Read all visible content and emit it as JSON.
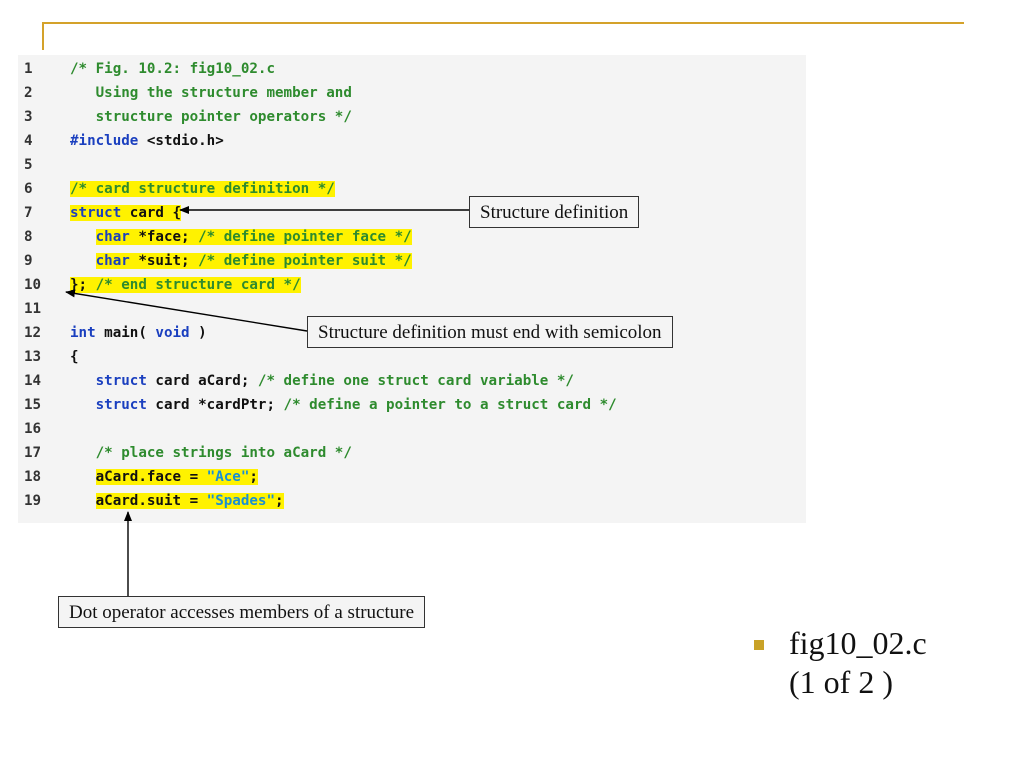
{
  "code": {
    "lines": [
      {
        "num": "1",
        "segments": [
          {
            "t": "/* Fig. 10.2: fig10_02.c",
            "c": "cm"
          }
        ]
      },
      {
        "num": "2",
        "segments": [
          {
            "t": "   Using the structure member and",
            "c": "cm"
          }
        ]
      },
      {
        "num": "3",
        "segments": [
          {
            "t": "   structure pointer operators */",
            "c": "cm"
          }
        ]
      },
      {
        "num": "4",
        "segments": [
          {
            "t": "#include",
            "c": "kw"
          },
          {
            "t": " <stdio.h>",
            "c": "tx"
          }
        ]
      },
      {
        "num": "5",
        "segments": []
      },
      {
        "num": "6",
        "segments": [
          {
            "t": "/* card structure definition */",
            "c": "cm",
            "h": true
          }
        ]
      },
      {
        "num": "7",
        "segments": [
          {
            "t": "struct",
            "c": "kw",
            "h": true
          },
          {
            "t": " card {",
            "c": "tx",
            "h": true
          }
        ]
      },
      {
        "num": "8",
        "segments": [
          {
            "t": "   ",
            "c": "tx"
          },
          {
            "t": "char",
            "c": "kw",
            "h": true
          },
          {
            "t": " *face; ",
            "c": "tx",
            "h": true
          },
          {
            "t": "/* define pointer face */",
            "c": "cm",
            "h": true
          }
        ]
      },
      {
        "num": "9",
        "segments": [
          {
            "t": "   ",
            "c": "tx"
          },
          {
            "t": "char",
            "c": "kw",
            "h": true
          },
          {
            "t": " *suit; ",
            "c": "tx",
            "h": true
          },
          {
            "t": "/* define pointer suit */",
            "c": "cm",
            "h": true
          }
        ]
      },
      {
        "num": "10",
        "segments": [
          {
            "t": "}; ",
            "c": "tx",
            "h": true
          },
          {
            "t": "/* end structure card */",
            "c": "cm",
            "h": true
          }
        ]
      },
      {
        "num": "11",
        "segments": []
      },
      {
        "num": "12",
        "segments": [
          {
            "t": "int",
            "c": "kw"
          },
          {
            "t": " main( ",
            "c": "tx"
          },
          {
            "t": "void",
            "c": "kw"
          },
          {
            "t": " )",
            "c": "tx"
          }
        ]
      },
      {
        "num": "13",
        "segments": [
          {
            "t": "{",
            "c": "tx"
          }
        ]
      },
      {
        "num": "14",
        "segments": [
          {
            "t": "   ",
            "c": "tx"
          },
          {
            "t": "struct",
            "c": "kw"
          },
          {
            "t": " card aCard; ",
            "c": "tx"
          },
          {
            "t": "/* define one struct card variable */",
            "c": "cm"
          }
        ]
      },
      {
        "num": "15",
        "segments": [
          {
            "t": "   ",
            "c": "tx"
          },
          {
            "t": "struct",
            "c": "kw"
          },
          {
            "t": " card *cardPtr; ",
            "c": "tx"
          },
          {
            "t": "/* define a pointer to a struct card */",
            "c": "cm"
          }
        ]
      },
      {
        "num": "16",
        "segments": []
      },
      {
        "num": "17",
        "segments": [
          {
            "t": "   ",
            "c": "tx"
          },
          {
            "t": "/* place strings into aCard */",
            "c": "cm"
          }
        ]
      },
      {
        "num": "18",
        "segments": [
          {
            "t": "   ",
            "c": "tx"
          },
          {
            "t": "aCard.face = ",
            "c": "tx",
            "h": true
          },
          {
            "t": "\"Ace\"",
            "c": "st",
            "h": true
          },
          {
            "t": ";",
            "c": "tx",
            "h": true
          }
        ]
      },
      {
        "num": "19",
        "segments": [
          {
            "t": "   ",
            "c": "tx"
          },
          {
            "t": "aCard.suit = ",
            "c": "tx",
            "h": true
          },
          {
            "t": "\"Spades\"",
            "c": "st",
            "h": true
          },
          {
            "t": ";",
            "c": "tx",
            "h": true
          }
        ]
      }
    ]
  },
  "callouts": {
    "structure_definition": "Structure definition",
    "semicolon_note": "Structure definition must end with semicolon",
    "dot_operator": "Dot operator accesses members of a structure"
  },
  "side_label": {
    "line1": "fig10_02.c",
    "line2": "(1 of 2 )"
  },
  "colors": {
    "accent_rule": "#d4a22a",
    "highlight": "#fff200",
    "comment": "#2e8b2e",
    "keyword": "#1a3fbf",
    "string": "#1a8fd4"
  }
}
